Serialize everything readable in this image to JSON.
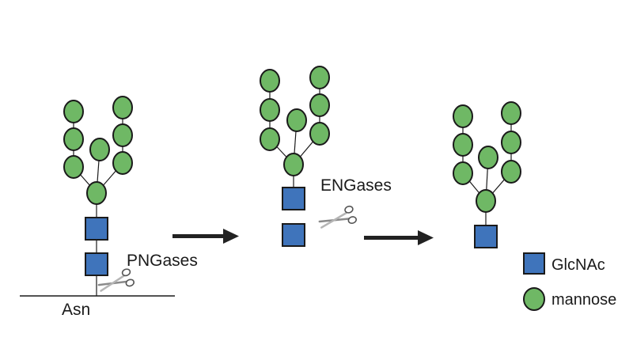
{
  "labels": {
    "asn": "Asn",
    "pngases": "PNGases",
    "engases": "ENGases"
  },
  "legend": {
    "glcnac": "GlcNAc",
    "mannose": "mannose"
  },
  "colors": {
    "mannose_fill": "#6fb865",
    "glcnac_fill": "#3f74bb",
    "outline": "#1a1a1a",
    "arrow": "#222222",
    "background": "#ffffff"
  },
  "icons": [
    "scissors-icon",
    "arrow-right-icon",
    "mannose-circle-icon",
    "glcnac-square-icon"
  ]
}
